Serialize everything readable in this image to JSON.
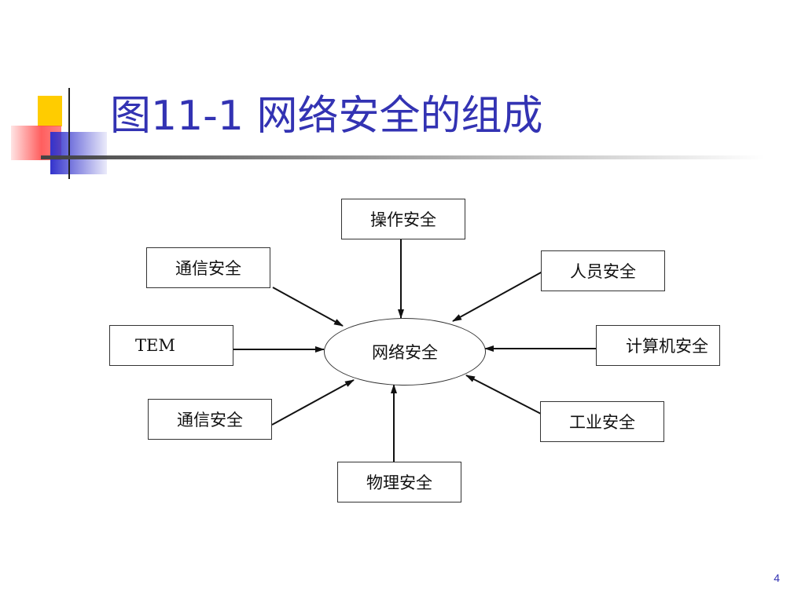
{
  "slide": {
    "title": "图11-1  网络安全的组成",
    "page_number": "4"
  },
  "colors": {
    "title": "#3333b3",
    "accent_yellow": "#ffcc00",
    "accent_red": "#ff4d4d",
    "accent_blue": "#3333cc",
    "line": "#333333"
  },
  "diagram": {
    "center": "网络安全",
    "nodes": {
      "top": "操作安全",
      "upper_left": "通信安全",
      "upper_right": "人员安全",
      "left": "TEM",
      "right": "计算机安全",
      "lower_left": "通信安全",
      "lower_right": "工业安全",
      "bottom": "物理安全"
    }
  }
}
